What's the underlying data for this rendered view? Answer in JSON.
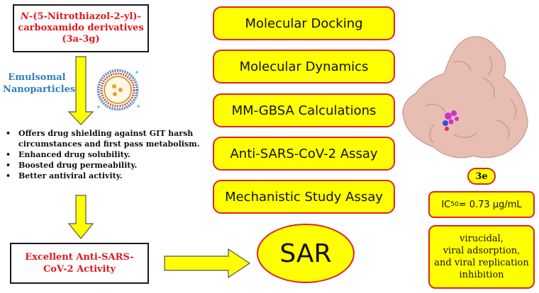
{
  "title_box": {
    "line1_italic": "N",
    "line1_rest": "-(5-Nitrothiazol-2-yl)-",
    "line2": "carboxamido derivatives",
    "line3": "(3a-3g)"
  },
  "emulsomal_label": [
    "Emulsomal",
    "Nanoparticles"
  ],
  "bullets": [
    "Offers drug shielding against GIT harsh circumstances and first pass metabolism.",
    "Enhanced drug solubility.",
    "Boosted drug permeability.",
    "Better antiviral activity."
  ],
  "bottom_box": [
    "Excellent Anti-SARS-",
    "CoV-2 Activity"
  ],
  "steps": [
    "Molecular Docking",
    "Molecular Dynamics",
    "MM-GBSA Calculations",
    "Anti-SARS-CoV-2 Assay",
    "Mechanistic Study Assay"
  ],
  "sar_label": "SAR",
  "compound_label": "3e",
  "ic50": {
    "prefix": "IC",
    "sub": "50",
    "value": " = 0.73 µg/mL"
  },
  "mechanism": [
    "virucidal,",
    "viral adsorption,",
    "and viral replication",
    "inhibition"
  ],
  "colors": {
    "accent_red": "#d9262c",
    "box_yellow": "#ffff00",
    "label_blue": "#2f7fc1",
    "protein_pink": "#e8bdb2"
  }
}
